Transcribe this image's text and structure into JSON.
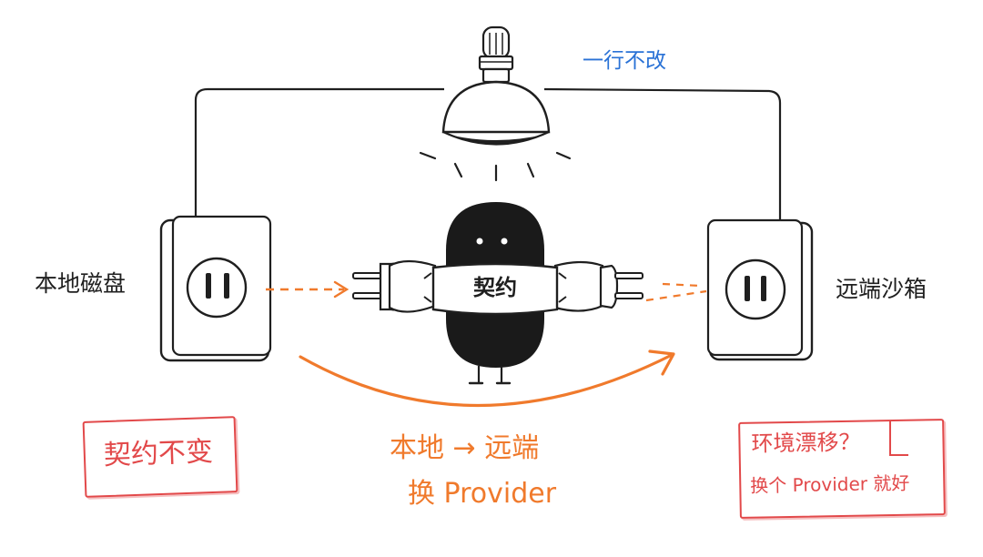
{
  "labels": {
    "lamp_note": "一行不改",
    "left_socket": "本地磁盘",
    "right_socket": "远端沙箱",
    "adapter_band": "契约",
    "center_line1": "本地 → 远端",
    "center_line2": "换 Provider",
    "left_box": "契约不变",
    "right_box_line1": "环境漂移？",
    "right_box_line2": "换个 Provider 就好"
  },
  "colors": {
    "ink": "#1f1f1f",
    "blue": "#2a72d6",
    "orange": "#f07a2c",
    "red": "#e2494a"
  }
}
